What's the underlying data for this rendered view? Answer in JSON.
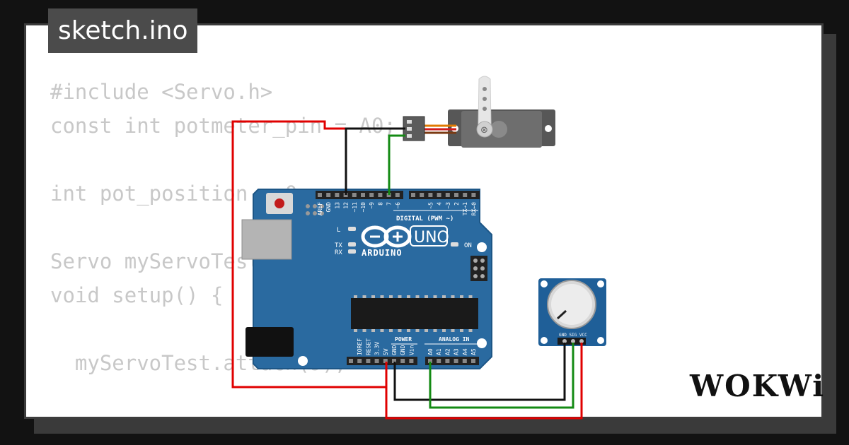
{
  "tab": {
    "filename": "sketch.ino"
  },
  "code_lines": [
    "#include <Servo.h>",
    "const int potmeter_pin = A0;",
    "",
    "int pot_position = 0;",
    "",
    "Servo myServoTest;",
    "void setup() {",
    "",
    "  myServoTest.attach(9);",
    "",
    "}"
  ],
  "brand": {
    "logo_text": "WOKWi"
  },
  "board": {
    "name": "ARDUINO",
    "model": "UNO",
    "header_digital_label": "DIGITAL (PWM ~)",
    "pin_labels_top": [
      "AREF",
      "GND",
      "13",
      "12",
      "~11",
      "~10",
      "~9",
      "8",
      "7",
      "~6",
      "~5",
      "4",
      "~3",
      "2",
      "TX→1",
      "RX←0"
    ],
    "power_label": "POWER",
    "analog_label": "ANALOG IN",
    "power_pins": [
      "IOREF",
      "RESET",
      "3.3V",
      "5V",
      "GND",
      "GND",
      "Vin"
    ],
    "analog_pins": [
      "A0",
      "A1",
      "A2",
      "A3",
      "A4",
      "A5"
    ],
    "led_labels": {
      "l": "L",
      "tx": "TX",
      "rx": "RX",
      "on": "ON"
    }
  },
  "pot": {
    "pin_labels": "GND SIG VCC"
  },
  "wire_colors": {
    "red": "#e00000",
    "black": "#111111",
    "green": "#138a13"
  }
}
